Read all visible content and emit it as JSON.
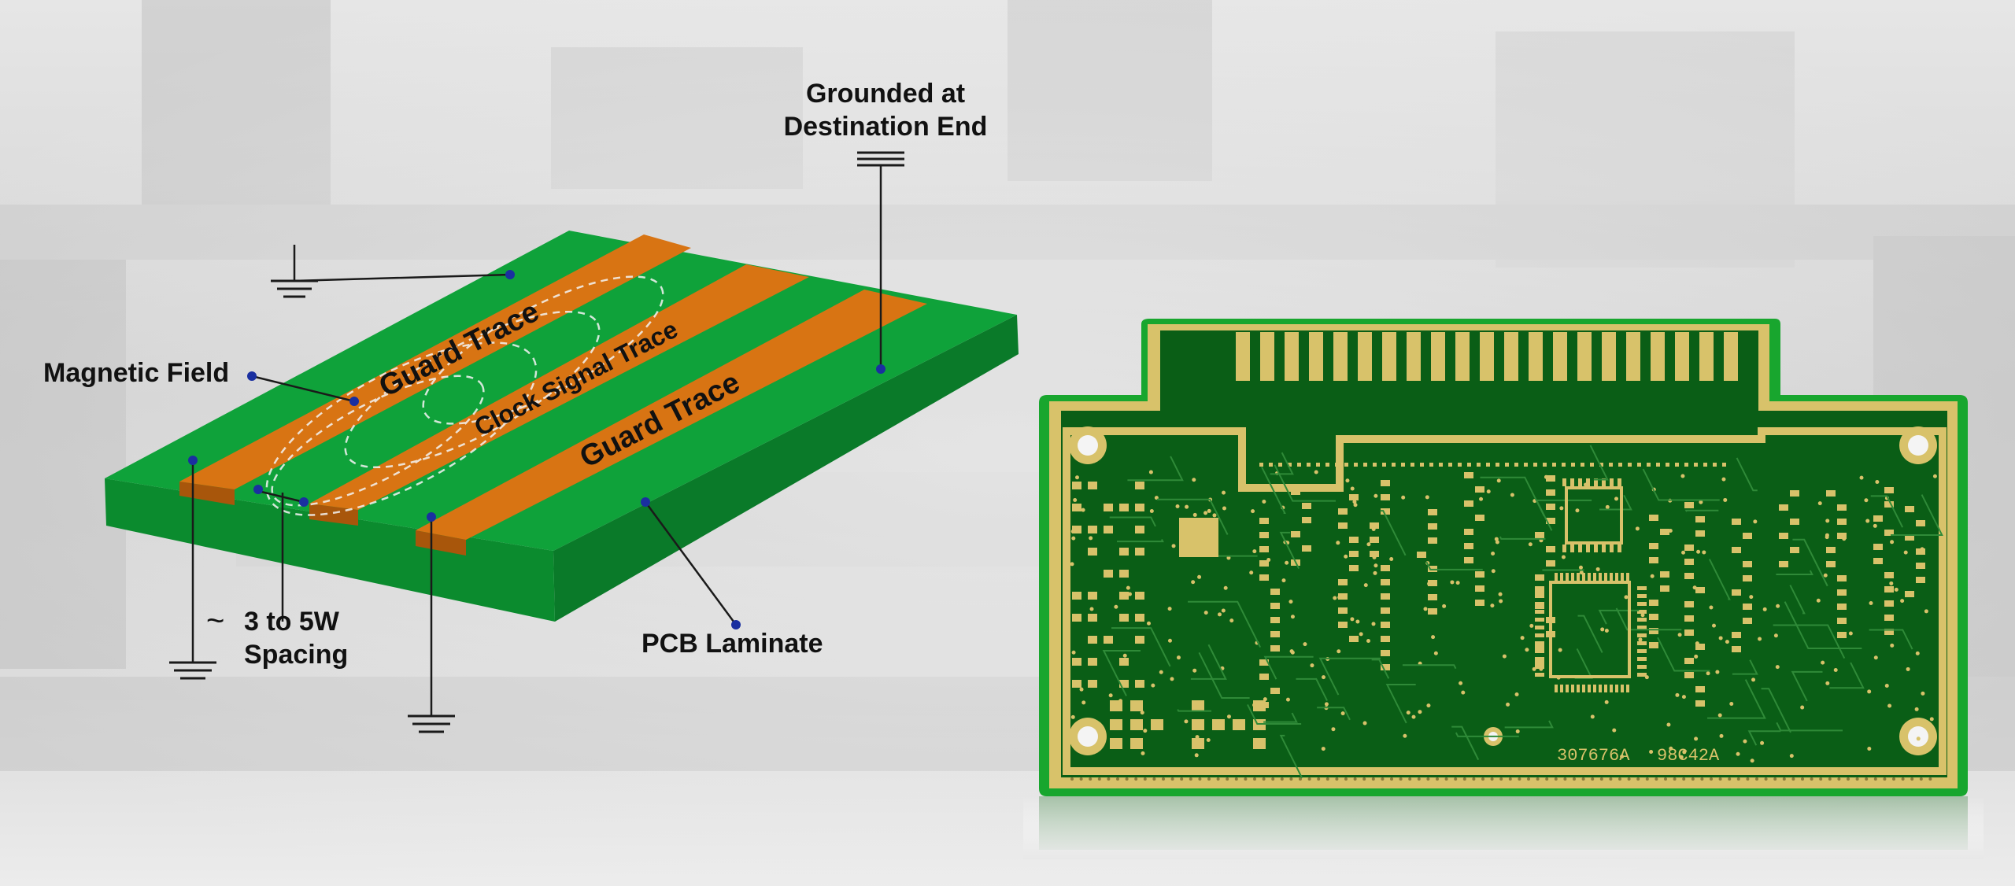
{
  "diagram": {
    "trace_labels": {
      "guard_trace_top": "Guard Trace",
      "clock_signal_trace": "Clock Signal Trace",
      "guard_trace_bottom": "Guard Trace"
    },
    "callouts": {
      "grounded_line1": "Grounded at",
      "grounded_line2": "Destination End",
      "magnetic_field": "Magnetic Field",
      "spacing_tilde": "~",
      "spacing_line1": "3 to 5W",
      "spacing_line2": "Spacing",
      "pcb_laminate": "PCB Laminate"
    },
    "colors": {
      "laminate_top": "#0fa23a",
      "laminate_front": "#0b8b2e",
      "laminate_side": "#0a7a29",
      "trace": "#d87413",
      "trace_side": "#a8560b",
      "dot": "#1a2fa0"
    }
  },
  "pcb_photo": {
    "silkscreen": {
      "part_number": "307676A",
      "revision": "98C42A"
    },
    "colors": {
      "board": "#0a5e16",
      "gold": "#d8c26a",
      "edge_green": "#18a62e"
    }
  }
}
